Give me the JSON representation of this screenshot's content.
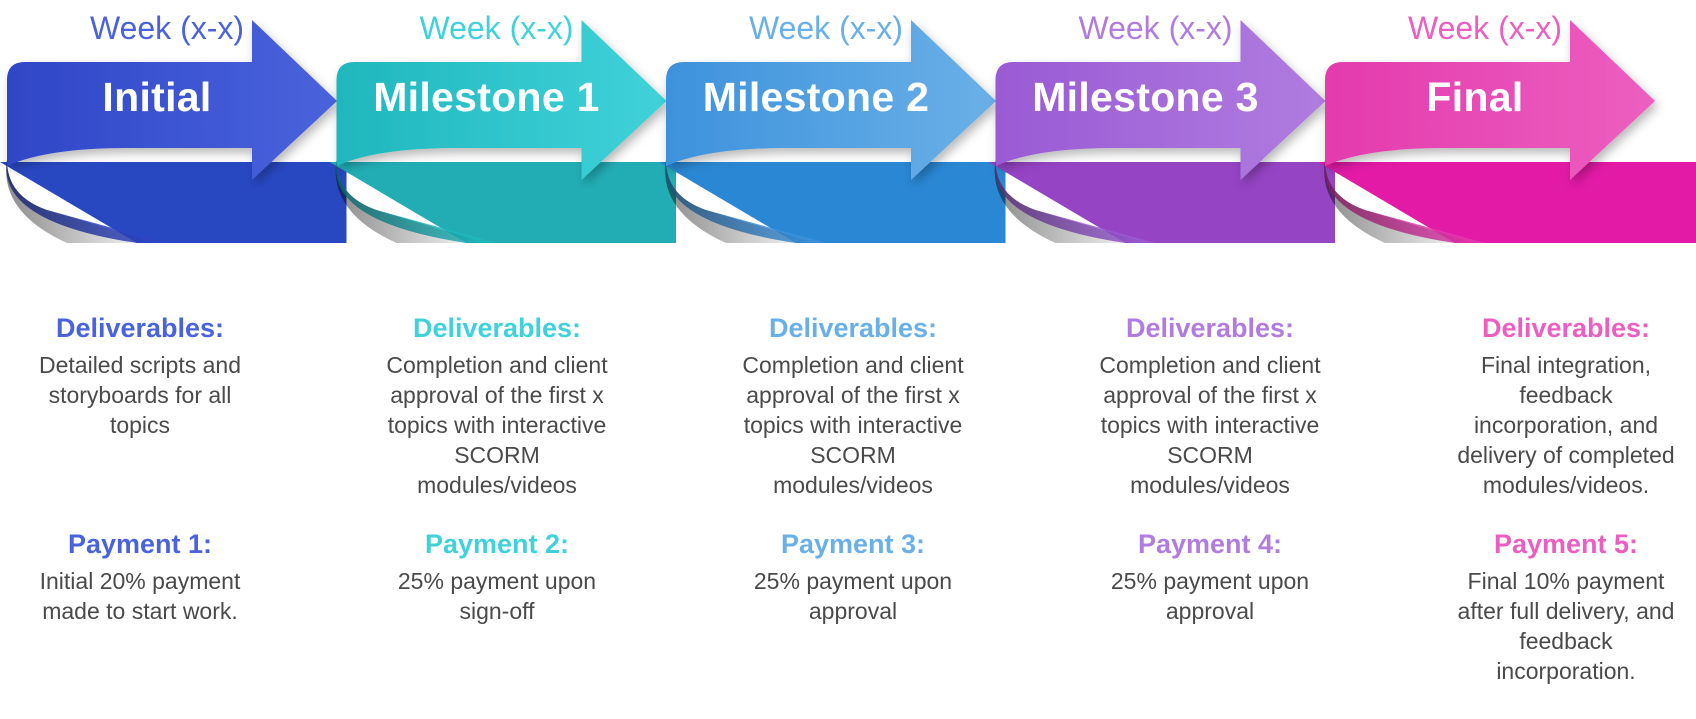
{
  "stages": [
    {
      "title": "Initial",
      "week": "Week (x-x)",
      "color": "#4a63dc",
      "arrow_dark": "#2f46c7",
      "ribbon": "#2848c2",
      "deliverables_label": "Deliverables:",
      "deliverables_lines": [
        "Detailed scripts and",
        "storyboards for all",
        "topics"
      ],
      "payment_label": "Payment 1:",
      "payment_lines": [
        "Initial 20% payment",
        "made to start work."
      ]
    },
    {
      "title": "Milestone 1",
      "week": "Week (x-x)",
      "color": "#40d2da",
      "arrow_dark": "#1fb7bd",
      "ribbon": "#22adb5",
      "deliverables_label": "Deliverables:",
      "deliverables_lines": [
        "Completion and client",
        "approval of the first x",
        "topics with interactive",
        "SCORM",
        "modules/videos"
      ],
      "payment_label": "Payment 2:",
      "payment_lines": [
        "25% payment upon",
        "sign-off"
      ]
    },
    {
      "title": "Milestone 2",
      "week": "Week (x-x)",
      "color": "#6ab0e8",
      "arrow_dark": "#3d92dc",
      "ribbon": "#2a87d4",
      "deliverables_label": "Deliverables:",
      "deliverables_lines": [
        "Completion and client",
        "approval of the first x",
        "topics with interactive",
        "SCORM",
        "modules/videos"
      ],
      "payment_label": "Payment 3:",
      "payment_lines": [
        "25% payment upon",
        "approval"
      ]
    },
    {
      "title": "Milestone 3",
      "week": "Week (x-x)",
      "color": "#b07ce0",
      "arrow_dark": "#9a5ad4",
      "ribbon": "#9544c4",
      "deliverables_label": "Deliverables:",
      "deliverables_lines": [
        "Completion and client",
        "approval of the first x",
        "topics with interactive",
        "SCORM",
        "modules/videos"
      ],
      "payment_label": "Payment 4:",
      "payment_lines": [
        "25% payment upon",
        "approval"
      ]
    },
    {
      "title": "Final",
      "week": "Week (x-x)",
      "color": "#ec5fc0",
      "arrow_dark": "#e43aad",
      "ribbon": "#e21aa6",
      "deliverables_label": "Deliverables:",
      "deliverables_lines": [
        "Final integration,",
        "feedback",
        "incorporation, and",
        "delivery of completed",
        "modules/videos."
      ],
      "payment_label": "Payment 5:",
      "payment_lines": [
        "Final 10% payment",
        "after full delivery, and",
        "feedback",
        "incorporation."
      ]
    }
  ]
}
